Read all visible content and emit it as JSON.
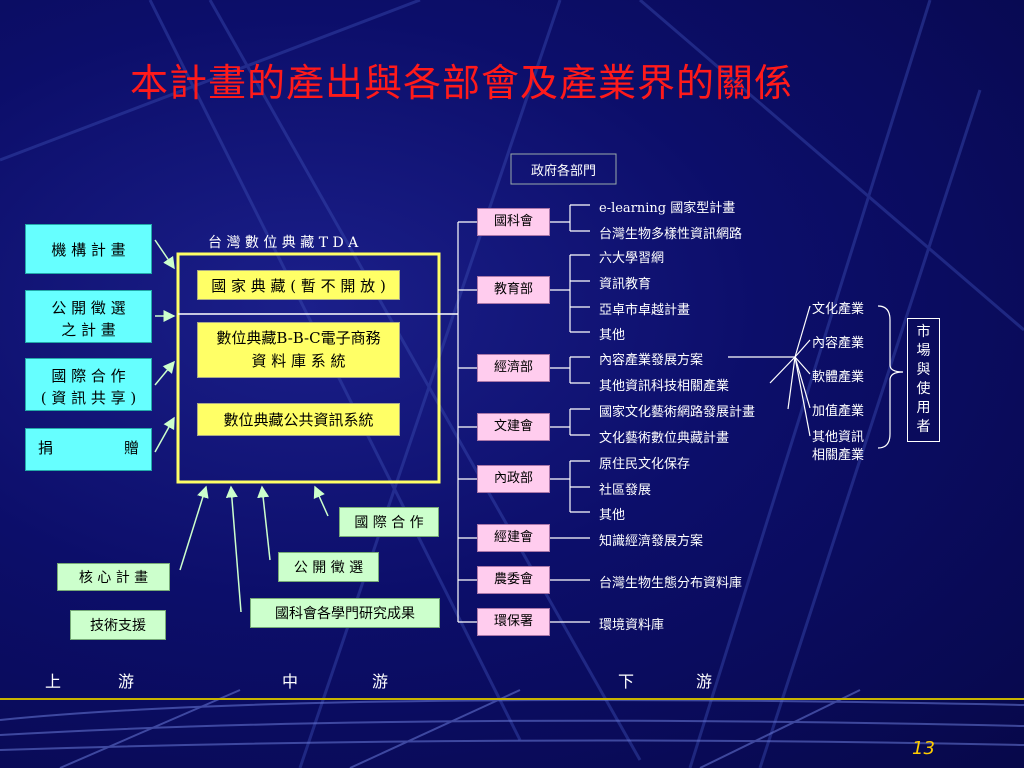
{
  "title": "本計畫的產出與各部會及產業界的關係",
  "gov_label": "政府各部門",
  "tda_label": "台 灣 數 位 典 藏 T D A",
  "left_boxes": [
    "機 構 計 畫",
    "公 開 徵 選",
    "之   計   畫",
    "國 際 合 作",
    "( 資 訊 共 享 )",
    "捐",
    "贈"
  ],
  "inner_boxes": [
    "國 家 典 藏 ( 暫 不 開 放 )",
    "數位典藏B-B-C電子商務",
    "資  料  庫  系  統",
    "數位典藏公共資訊系統"
  ],
  "bottom_boxes": {
    "core": "核 心 計 畫",
    "tech": "技術支援",
    "intl": "國 際 合 作",
    "public": "公 開 徵 選",
    "nsc_results": "國科會各學門研究成果"
  },
  "agencies": [
    "國科會",
    "教育部",
    "經濟部",
    "文建會",
    "內政部",
    "經建會",
    "農委會",
    "環保署"
  ],
  "programs": [
    "e-learning 國家型計畫",
    "台灣生物多樣性資訊網路",
    "六大學習網",
    "資訊教育",
    "亞卓市卓越計畫",
    "其他",
    "內容產業發展方案",
    "其他資訊科技相關產業",
    "國家文化藝術網路發展計畫",
    "文化藝術數位典藏計畫",
    "原住民文化保存",
    "社區發展",
    "其他",
    "知識經濟發展方案",
    "台灣生物生態分布資料庫",
    "環境資料庫"
  ],
  "industries": [
    "文化產業",
    "內容產業",
    "軟體產業",
    "加值產業",
    "其他資訊",
    "相關產業"
  ],
  "market_chars": [
    "市",
    "場",
    "與",
    "使",
    "用",
    "者"
  ],
  "stages": [
    "上",
    "游",
    "中",
    "游",
    "下",
    "游"
  ],
  "page_number": "13"
}
